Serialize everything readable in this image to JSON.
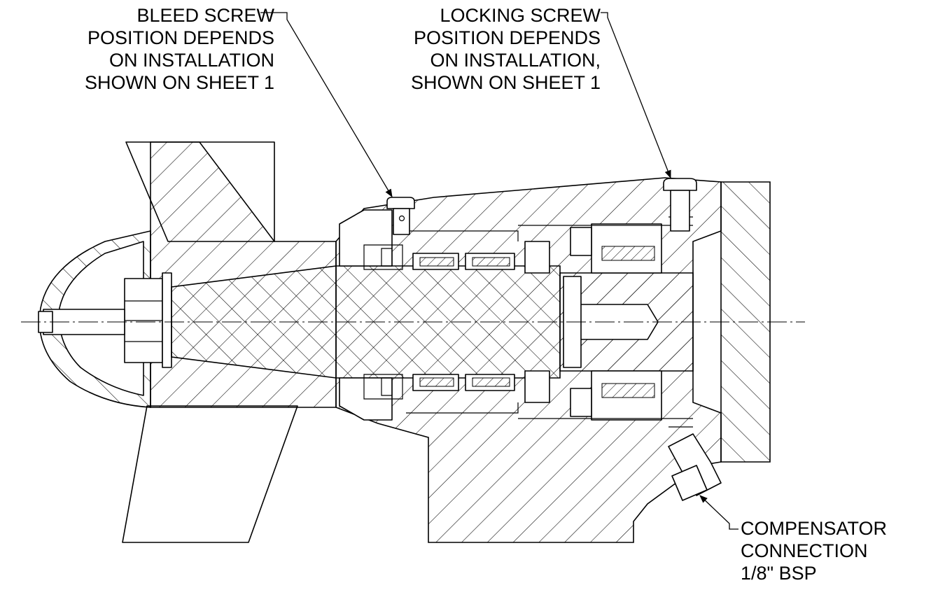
{
  "callouts": {
    "bleed_screw": {
      "lines": [
        "BLEED SCREW",
        "POSITION DEPENDS",
        "ON INSTALLATION",
        "SHOWN ON SHEET 1"
      ]
    },
    "locking_screw": {
      "lines": [
        "LOCKING SCREW",
        "POSITION DEPENDS",
        "ON INSTALLATION,",
        "SHOWN ON SHEET 1"
      ]
    },
    "compensator": {
      "lines": [
        "COMPENSATOR",
        "CONNECTION",
        "1/8\" BSP"
      ]
    }
  },
  "colors": {
    "line": "#000000",
    "background": "#ffffff"
  }
}
